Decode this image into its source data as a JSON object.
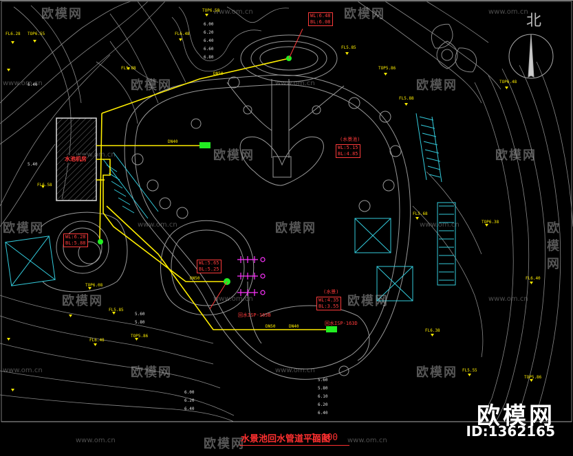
{
  "drawing": {
    "title": "水景池回水管道平面图",
    "scale": "1:100",
    "north": "北",
    "pump_room": "水池机房"
  },
  "watermark": {
    "brand": "欧模网",
    "url": "www.om.cn",
    "id": "ID:1362165"
  },
  "labels": {
    "wl_top": "WL:6.48",
    "bl_top": "BL:6.08",
    "wl_center": "WL:5.15",
    "bl_center": "BL:4.85",
    "wl_left": "WL:6.28",
    "bl_left": "BL:5.88",
    "wl_mid": "WL:5.65",
    "bl_mid": "BL:5.25",
    "wl_low": "WL:4.35",
    "bl_low": "BL:3.55",
    "pipe_1": "回水ISP-163B",
    "pipe_2": "回水ISP-163D",
    "lake": "(水景池)",
    "lake2": "(水景)"
  },
  "elevations": [
    "6.00",
    "6.20",
    "6.40",
    "6.60",
    "6.80",
    "5.60",
    "5.80",
    "5.40",
    "6.20",
    "6.40",
    "6.40",
    "6.00",
    "5.60",
    "5.80",
    "6.10",
    "6.20",
    "6.40"
  ],
  "pipe_sizes": [
    "DN50",
    "DN40",
    "DN50",
    "DN40",
    "DN50"
  ],
  "spot_tags": [
    "FL6.28",
    "TOP6.55",
    "FL5.88",
    "FL6.48",
    "TOP6.58",
    "FL5.85",
    "TOP5.86",
    "FL5.88",
    "TOP6.48",
    "FL6.58",
    "TOP6.38",
    "FL6.40",
    "TOP6.08",
    "FL5.85",
    "FL6.48",
    "FL6.38",
    "TOP5.86",
    "FL5.55",
    "TOP5.86",
    "FL5.68"
  ]
}
